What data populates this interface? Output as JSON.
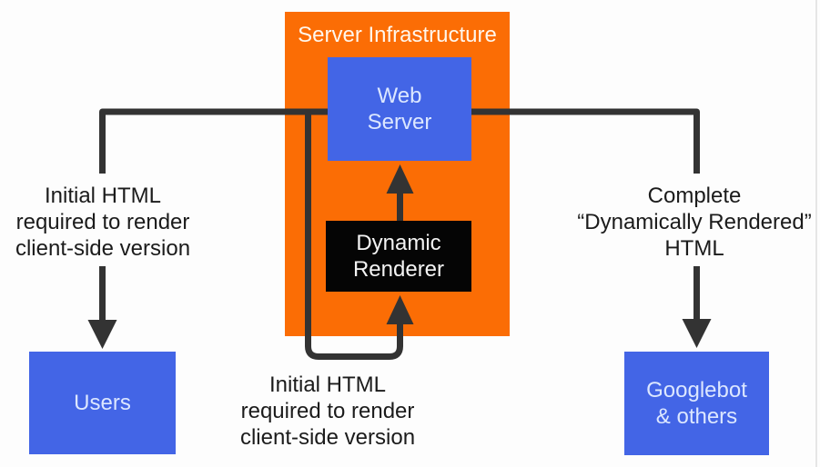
{
  "title": "Server Infrastructure",
  "nodes": {
    "web_server": {
      "line1": "Web",
      "line2": "Server"
    },
    "dynamic_renderer": {
      "line1": "Dynamic",
      "line2": "Renderer"
    },
    "users": {
      "label": "Users"
    },
    "googlebot": {
      "line1": "Googlebot",
      "line2": "& others"
    }
  },
  "annotations": {
    "left": {
      "line1": "Initial HTML",
      "line2": "required to render",
      "line3": "client-side version"
    },
    "bottom": {
      "line1": "Initial HTML",
      "line2": "required to render",
      "line3": "client-side version"
    },
    "right": {
      "line1": "Complete",
      "line2": "“Dynamically Rendered”",
      "line3": "HTML"
    }
  },
  "colors": {
    "background": "#FDFDFD",
    "orange": "#FB6D05",
    "blue": "#4365E6",
    "black": "#050505",
    "line": "#333333",
    "text": "#1B1B1B",
    "title_text": "#FFF6EC",
    "blue_label": "#DCE7FF",
    "renderer_label": "#F4F4F4",
    "edge": "#E6E6E6"
  }
}
